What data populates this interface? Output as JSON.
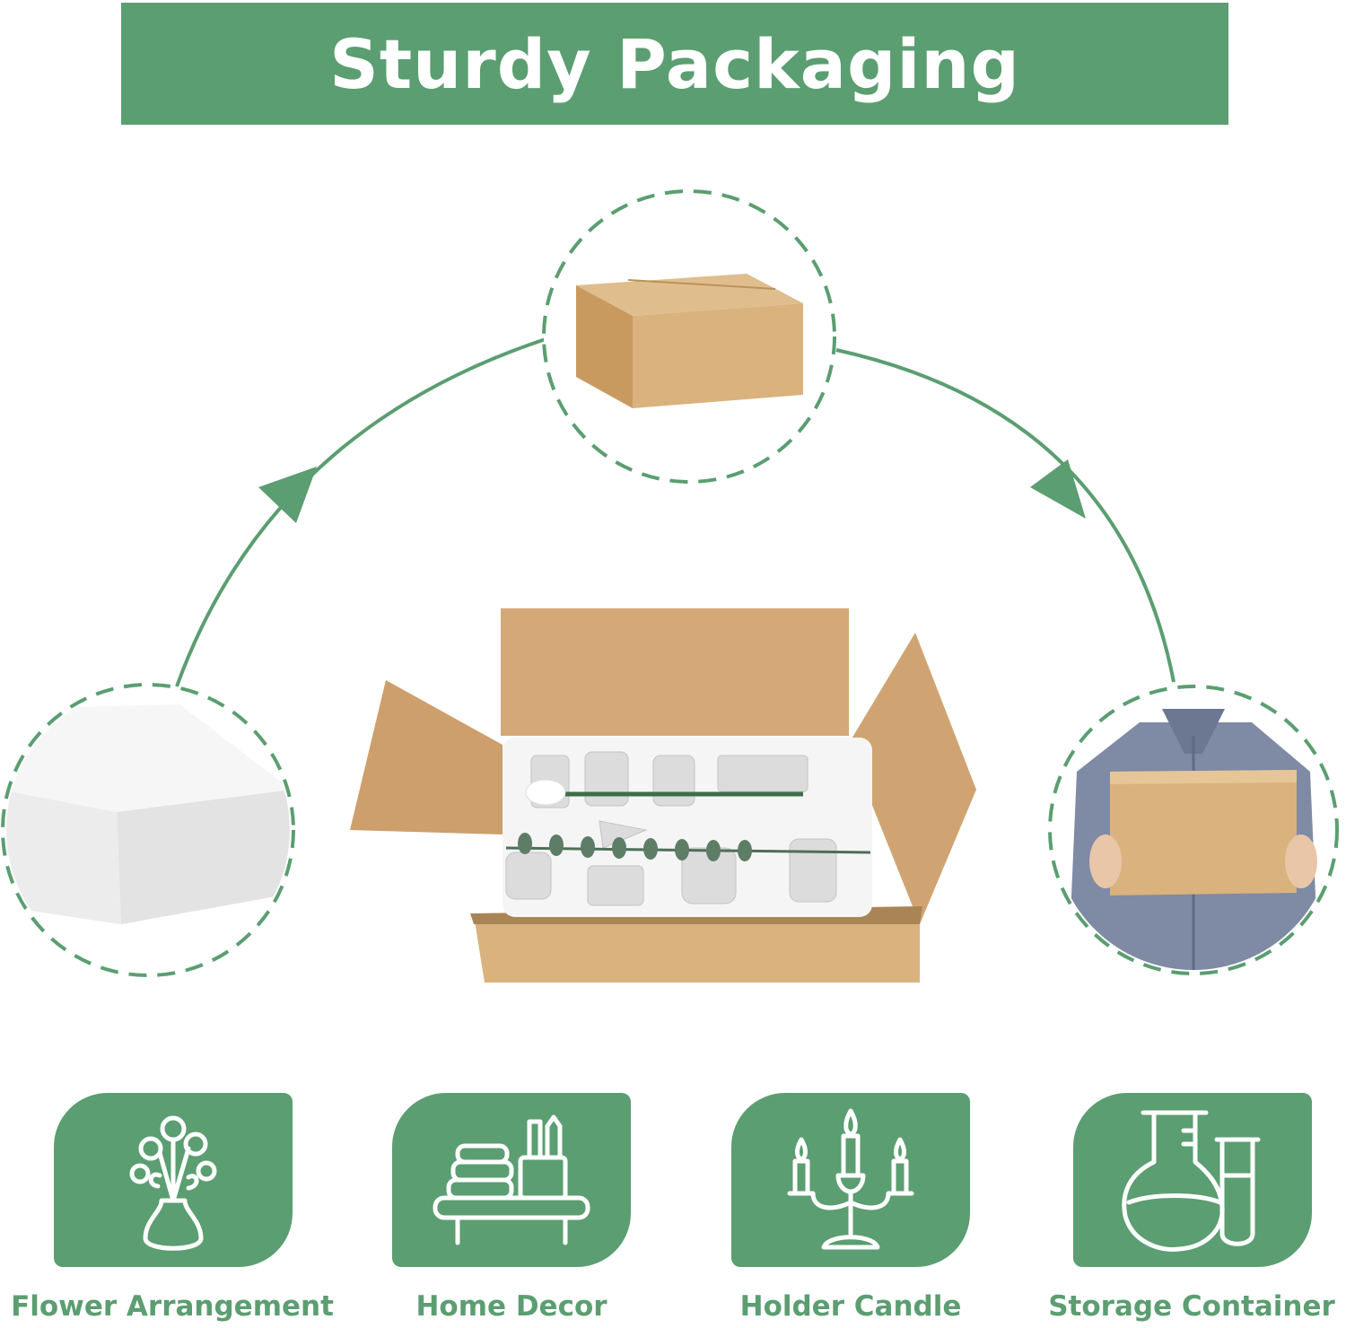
{
  "banner": {
    "title": "Sturdy Packaging"
  },
  "colors": {
    "accent": "#5b9e71",
    "cardboard": "#d9b27e",
    "foam": "#f3f3f3"
  },
  "flow": {
    "steps": [
      {
        "icon": "foam-block-icon"
      },
      {
        "icon": "closed-box-icon"
      },
      {
        "icon": "delivery-person-icon"
      }
    ],
    "center_icon": "open-box-with-vases-icon"
  },
  "uses": [
    {
      "label": "Flower Arrangement",
      "icon": "flower-vase-icon"
    },
    {
      "label": "Home Decor",
      "icon": "books-pen-holder-icon"
    },
    {
      "label": "Holder Candle",
      "icon": "candelabra-icon"
    },
    {
      "label": "Storage Container",
      "icon": "lab-flask-icon"
    }
  ]
}
